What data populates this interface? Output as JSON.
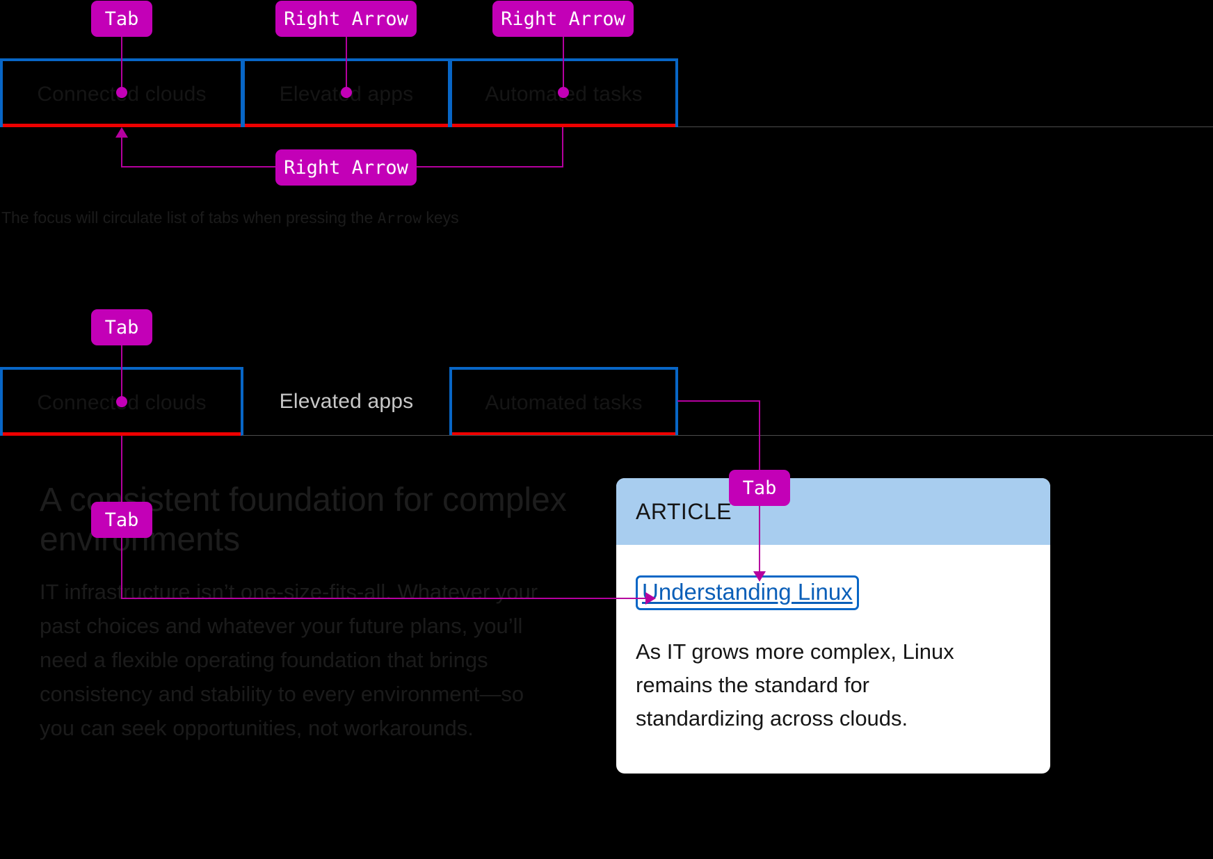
{
  "colors": {
    "background": "#000000",
    "callout": "#c300b7",
    "connector": "#b5009f",
    "focus_ring": "#0866c6",
    "active_underline": "#ee0000",
    "card_header": "#a8cdef",
    "card_bg": "#ffffff",
    "link": "#0b5fb8"
  },
  "section_one": {
    "callouts": [
      {
        "label": "Tab"
      },
      {
        "label": "Right Arrow"
      },
      {
        "label": "Right Arrow"
      },
      {
        "label": "Right Arrow"
      }
    ],
    "tabs": [
      {
        "label": "Connected clouds",
        "focused": true,
        "active": true
      },
      {
        "label": "Elevated apps",
        "focused": true,
        "active": true
      },
      {
        "label": "Automated tasks",
        "focused": true,
        "active": true
      }
    ],
    "caption_prefix": "The focus will circulate list of tabs when pressing the ",
    "caption_key": "Arrow",
    "caption_suffix": " keys"
  },
  "section_two": {
    "callouts": [
      {
        "label": "Tab"
      },
      {
        "label": "Tab"
      },
      {
        "label": "Tab"
      }
    ],
    "tabs": [
      {
        "label": "Connected clouds",
        "focused": true,
        "active": true
      },
      {
        "label": "Elevated apps",
        "focused": false,
        "active": false
      },
      {
        "label": "Automated tasks",
        "focused": true,
        "active": true
      }
    ],
    "panel": {
      "headline": "A consistent foundation for complex environments",
      "body": "IT infrastructure isn’t one-size-fits-all. Whatever your past choices and whatever your future plans, you’ll need a flexible operating foundation that brings consistency and stability to every environment—so you can seek opportunities, not workarounds."
    },
    "card": {
      "eyebrow": "ARTICLE",
      "link": "Understanding Linux",
      "text": "As IT grows more complex, Linux remains the standard for standardizing across clouds."
    }
  }
}
